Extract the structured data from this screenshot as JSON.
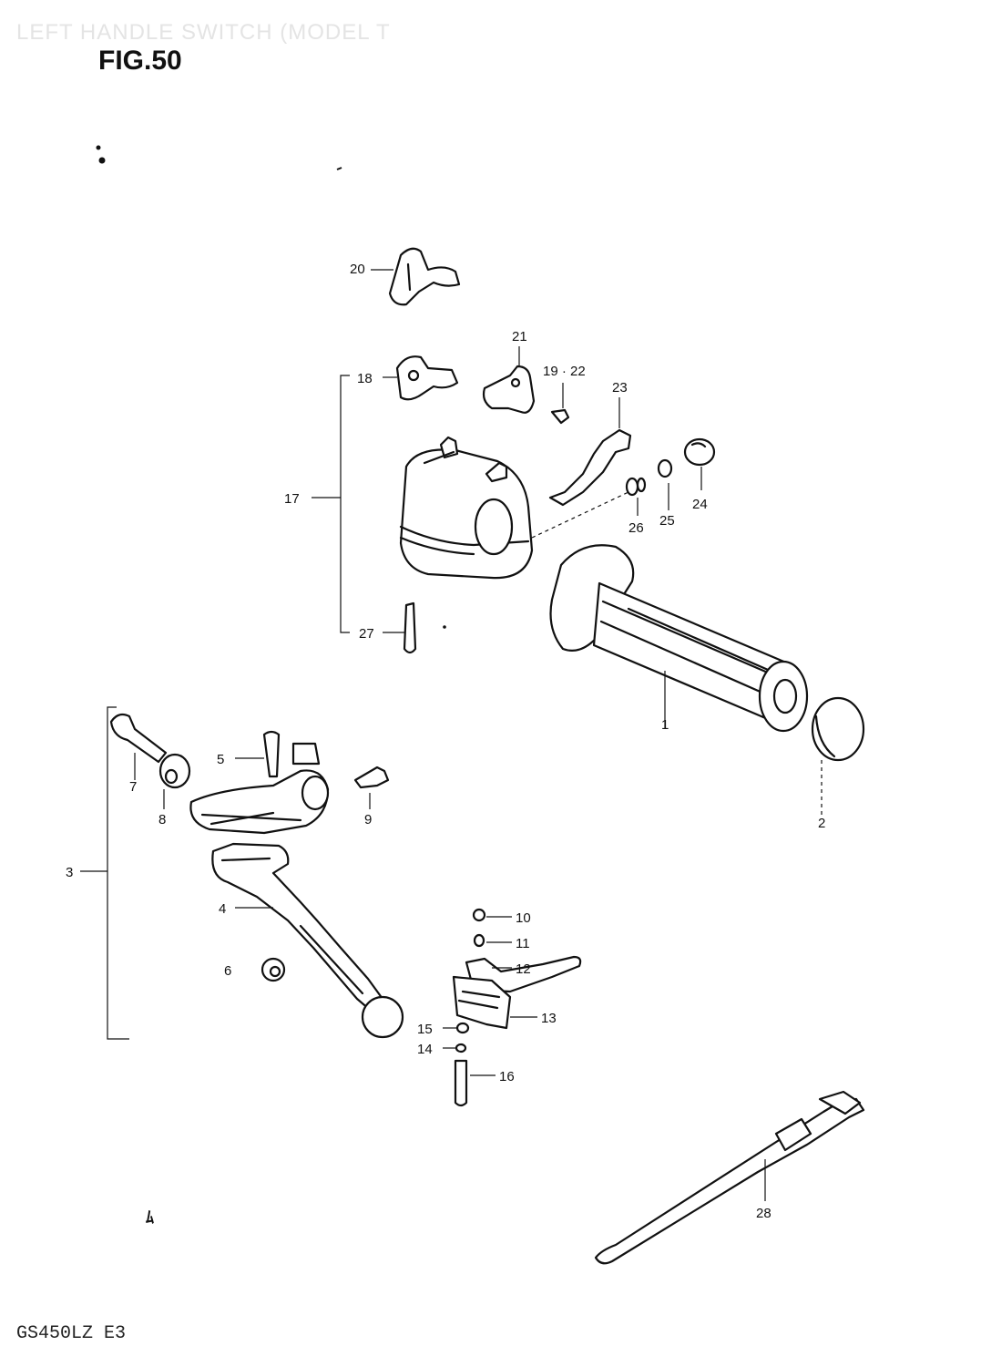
{
  "header": {
    "title": "LEFT HANDLE SWITCH (MODEL T"
  },
  "figure": {
    "label": "FIG.50"
  },
  "footer": {
    "model": "GS450LZ  E3",
    "stamp": "ﾑ"
  },
  "callouts": {
    "p1": "1",
    "p2": "2",
    "p3": "3",
    "p4": "4",
    "p5": "5",
    "p6": "6",
    "p7": "7",
    "p8": "8",
    "p9": "9",
    "p10": "10",
    "p11": "11",
    "p12": "12",
    "p13": "13",
    "p14": "14",
    "p15": "15",
    "p16": "16",
    "p17": "17",
    "p18": "18",
    "p19_22": "19 · 22",
    "p20": "20",
    "p21": "21",
    "p23": "23",
    "p24": "24",
    "p25": "25",
    "p26": "26",
    "p27": "27",
    "p28": "28"
  }
}
